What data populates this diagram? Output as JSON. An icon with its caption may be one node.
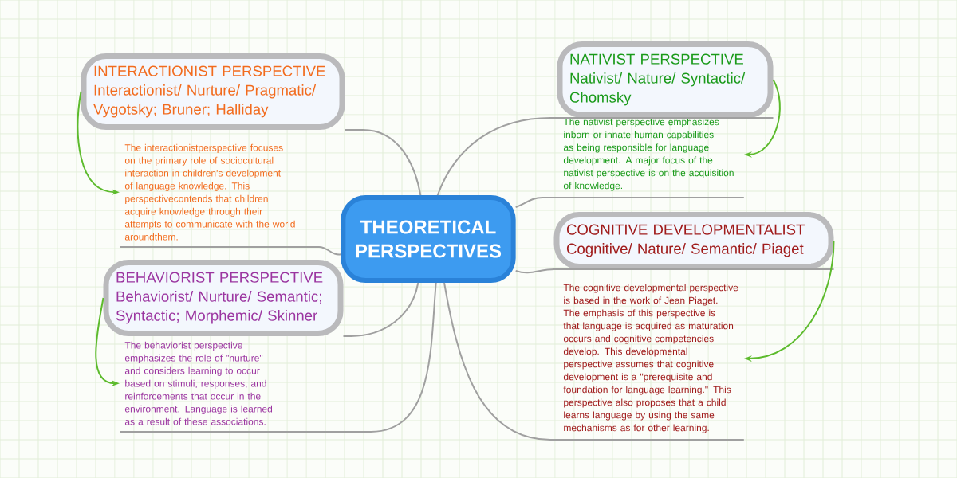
{
  "diagram": {
    "nodes": [
      {
        "text": [
          "THEORETICAL PERSPECTIVES"
        ]
      },
      {
        "text": [
          "INTERACTIONIST PERSPECTIVE",
          "Interactionist/ Nurture/ Pragmatic/ Vygotsky; Bruner; Halliday"
        ]
      },
      {
        "text": [
          "The interactionistperspective focuses on the primary role of sociocultural interaction in children's development of language knowledge. This perspectivecontends that children acquire knowledge through their attempts to communicate with the world aroundthem."
        ]
      },
      {
        "text": [
          "BEHAVIORIST PERSPECTIVE",
          "Behaviorist/ Nurture/ Semantic; Syntactic; Morphemic/ Skinner"
        ]
      },
      {
        "text": [
          "The behaviorist perspective emphasizes the role of \"nurture\" and considers learning to occur based on stimuli, responses, and reinforcements that occur in the environment. Language is learned as a result of these associations."
        ]
      },
      {
        "text": [
          "NATIVIST PERSPECTIVE",
          "Nativist/ Nature/ Syntactic/ Chomsky"
        ]
      },
      {
        "text": [
          "The nativist perspective emphasizes inborn or innate human capabilities as being responsible for language development. A major focus of the nativist perspective is on the acquisition of knowledge."
        ]
      },
      {
        "text": [
          "COGNITIVE DEVELOPMENTALIST",
          "Cognitive/ Nature/ Semantic/ Piaget"
        ]
      },
      {
        "text": [
          "The cognitive developmental perspective is based in the work of Jean Piaget. The emphasis of this perspective is that language is acquired as maturation occurs and cognitive competencies develop. This developmental perspective assumes that cognitive development is a \"prerequisite and foundation for language learning.\" This perspective also proposes that a child learns language by using the same mechanisms as for other learning."
        ]
      }
    ],
    "edges": [
      {
        "from": 0,
        "to": 1,
        "arrow": "none"
      },
      {
        "from": 0,
        "to": 2,
        "arrow": "none"
      },
      {
        "from": 0,
        "to": 3,
        "arrow": "none"
      },
      {
        "from": 0,
        "to": 4,
        "arrow": "none"
      },
      {
        "from": 0,
        "to": 5,
        "arrow": "none"
      },
      {
        "from": 0,
        "to": 6,
        "arrow": "none"
      },
      {
        "from": 0,
        "to": 7,
        "arrow": "none"
      },
      {
        "from": 0,
        "to": 8,
        "arrow": "none"
      },
      {
        "from": 1,
        "to": 2,
        "arrow": "to",
        "color": "#5dbb2d"
      },
      {
        "from": 3,
        "to": 4,
        "arrow": "to",
        "color": "#5dbb2d"
      },
      {
        "from": 5,
        "to": 6,
        "arrow": "to",
        "color": "#5dbb2d"
      },
      {
        "from": 7,
        "to": 8,
        "arrow": "to",
        "color": "#5dbb2d"
      }
    ]
  }
}
